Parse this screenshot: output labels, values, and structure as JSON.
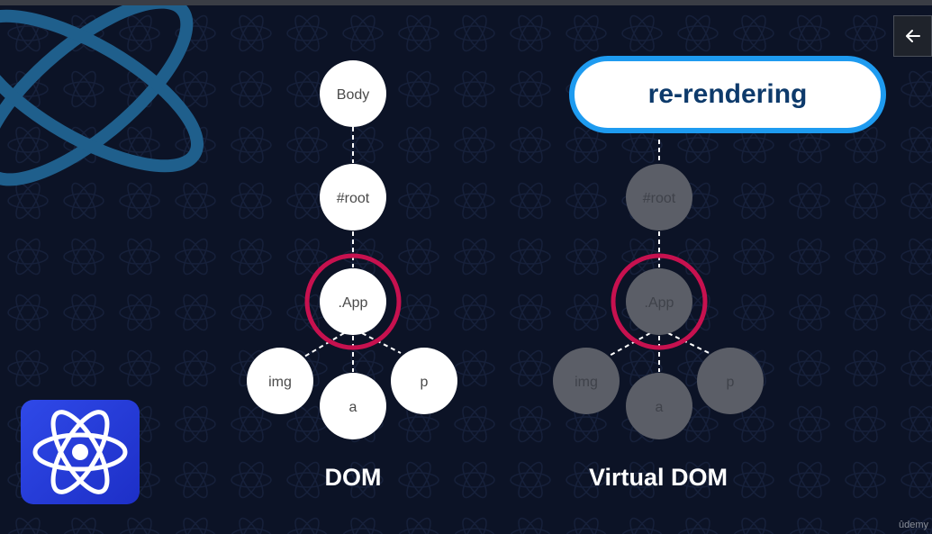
{
  "dom_tree": {
    "caption": "DOM",
    "nodes": {
      "body": "Body",
      "root": "#root",
      "app": ".App",
      "img": "img",
      "a": "a",
      "p": "p"
    }
  },
  "virtual_dom_tree": {
    "caption": "Virtual DOM",
    "badge": "re-rendering",
    "nodes": {
      "root": "#root",
      "app": ".App",
      "img": "img",
      "a": "a",
      "p": "p"
    }
  },
  "watermark": "ûdemy",
  "colors": {
    "background": "#0c1326",
    "highlight_ring": "#c7114f",
    "badge_border": "#1e9bf0",
    "node_active": "#ffffff",
    "node_dim": "#5b5e67",
    "react_badge": "#2f49e8"
  },
  "icons": {
    "back": "arrow-left-icon",
    "react": "react-atom-icon"
  }
}
